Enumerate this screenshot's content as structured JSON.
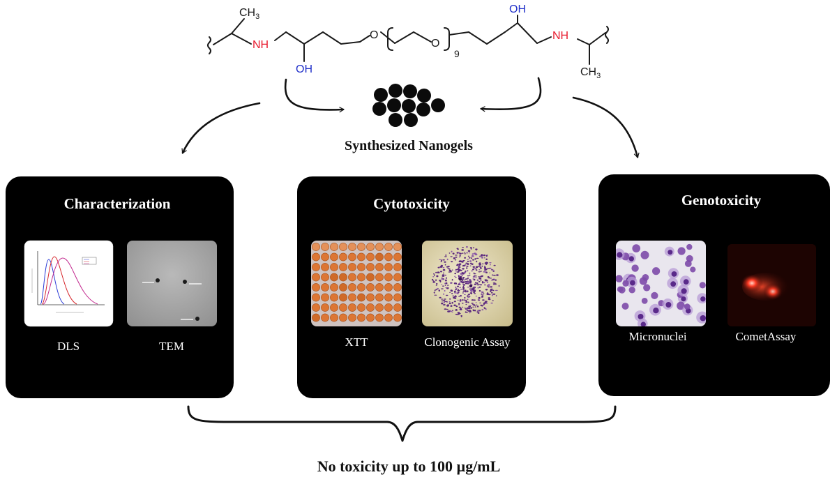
{
  "structure": {
    "left_methyl": "CH",
    "left_methyl_sub": "3",
    "left_amine": "NH",
    "left_hydroxyl": "OH",
    "ether_left_o": "O",
    "ether_right_o": "O",
    "repeat_count": "9",
    "right_hydroxyl": "OH",
    "right_amine": "NH",
    "right_methyl": "CH",
    "right_methyl_sub": "3",
    "amine_color": "#e8192c",
    "hydroxyl_color": "#1f2fc9",
    "bond_color": "#1a1a1a"
  },
  "center_label": "Synthesized Nanogels",
  "panels": [
    {
      "title": "Characterization",
      "items": [
        {
          "label": "DLS"
        },
        {
          "label": "TEM"
        }
      ]
    },
    {
      "title": "Cytotoxicity",
      "items": [
        {
          "label": "XTT"
        },
        {
          "label": "Clonogenic Assay"
        }
      ]
    },
    {
      "title": "Genotoxicity",
      "items": [
        {
          "label": "Micronuclei"
        },
        {
          "label": "CometAssay"
        }
      ]
    }
  ],
  "conclusion": "No toxicity up to 100 µg/mL",
  "colors": {
    "panel_bg": "#000000",
    "panel_text": "#ffffff",
    "well_orange": "#d9722e",
    "cell_purple": "#6a2d86",
    "comet_red": "#ff3b24"
  }
}
